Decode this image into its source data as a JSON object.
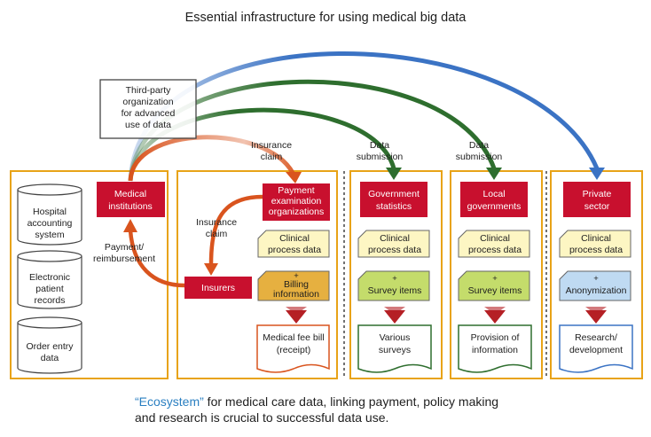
{
  "title": "Essential infrastructure for using medical big data",
  "third_party": [
    "Third-party",
    "organization",
    "for advanced",
    "use of data"
  ],
  "medical_institutions": [
    "Medical",
    "institutions"
  ],
  "hospital_systems": [
    [
      "Hospital",
      "accounting",
      "system"
    ],
    [
      "Electronic",
      "patient",
      "records"
    ],
    [
      "Order entry",
      "data"
    ]
  ],
  "payment_reimbursement": [
    "Payment/",
    "reimbursement"
  ],
  "insurance_claim_top": [
    "Insurance",
    "claim"
  ],
  "insurance_claim_left": [
    "Insurance",
    "claim"
  ],
  "data_submission_1": [
    "Data",
    "submission"
  ],
  "data_submission_2": [
    "Data",
    "submission"
  ],
  "payment_exam": [
    "Payment",
    "examination",
    "organizations"
  ],
  "insurers": "Insurers",
  "clinical_process_data": [
    "Clinical",
    "process data"
  ],
  "billing_info": [
    "+",
    "Billing",
    "information"
  ],
  "medical_fee_bill": [
    "Medical fee bill",
    "(receipt)"
  ],
  "gov_stats": [
    "Government",
    "statistics"
  ],
  "local_gov": [
    "Local",
    "governments"
  ],
  "private_sector": [
    "Private",
    "sector"
  ],
  "survey_items": [
    "+",
    "Survey items"
  ],
  "anonymization": [
    "+",
    "Anonymization"
  ],
  "various_surveys": [
    "Various",
    "surveys"
  ],
  "provision_info": [
    "Provision of",
    "information"
  ],
  "research_dev": [
    "Research/",
    "development"
  ],
  "footer": {
    "accent": "“Ecosystem”",
    "line1_rest": " for medical care data, linking payment, policy making",
    "line2": "and research is crucial to successful data use."
  },
  "colors": {
    "red": "#c8102e",
    "orange_border": "#e8a317",
    "blue_arrow": "#3b73c4",
    "green_arrow": "#2e6e2e",
    "orange_arrow": "#d9541e",
    "dark_red_arrow": "#b52025",
    "clinical_fill": "#fdf6c3",
    "billing_fill": "#e6b040",
    "survey_fill": "#c4dc6b",
    "anon_fill": "#bfdaf2"
  }
}
